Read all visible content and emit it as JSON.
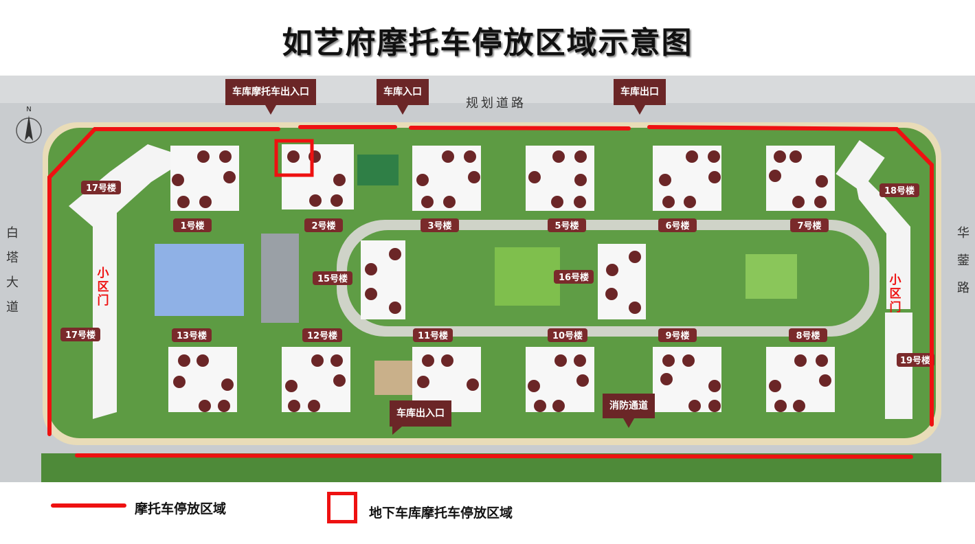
{
  "title": "如艺府摩托车停放区域示意图",
  "roads": {
    "north": "规划道路",
    "west": [
      "白",
      "塔",
      "大",
      "道"
    ],
    "east": [
      "华",
      "蓥",
      "路"
    ]
  },
  "compass": "N",
  "callouts": {
    "garage_moto_entry": "车库摩托车出入口",
    "garage_entry": "车库入口",
    "garage_exit": "车库出口",
    "garage_exit_entry": "车库出入口",
    "fire_lane": "消防通道"
  },
  "gates": {
    "west": [
      "小",
      "区",
      "门"
    ],
    "east": [
      "小",
      "区",
      "门"
    ]
  },
  "buildings": {
    "b17_top": "17号楼",
    "b17_bottom": "17号楼",
    "b18": "18号楼",
    "b19": "19号楼",
    "b1": "1号楼",
    "b2": "2号楼",
    "b3": "3号楼",
    "b5": "5号楼",
    "b6": "6号楼",
    "b7": "7号楼",
    "b15": "15号楼",
    "b16": "16号楼",
    "b13": "13号楼",
    "b12": "12号楼",
    "b11": "11号楼",
    "b10": "10号楼",
    "b9": "9号楼",
    "b8": "8号楼"
  },
  "legend": {
    "line_label": "摩托车停放区域",
    "box_label": "地下车库摩托车停放区域"
  },
  "colors": {
    "parking_line": "#ee1111",
    "callout_bg": "#6b2627",
    "label_bg": "#7a2a2b",
    "greenery": "#4f8f3a",
    "road": "#c9cccf"
  }
}
